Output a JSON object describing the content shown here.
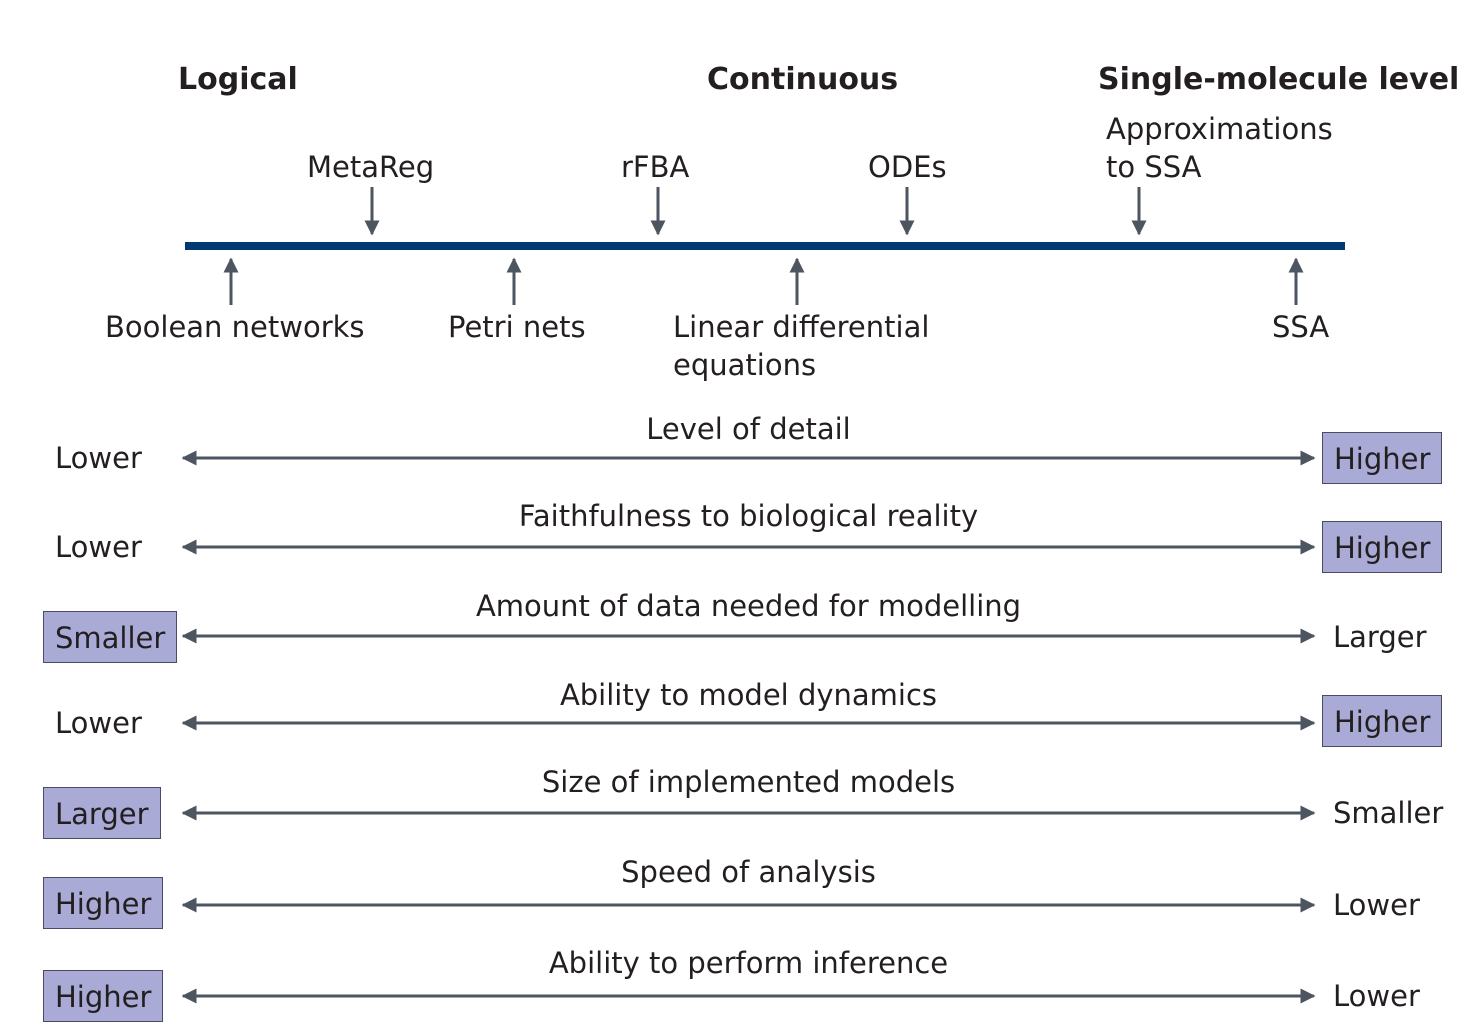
{
  "categories": [
    "Logical",
    "Continuous",
    "Single-molecule level"
  ],
  "methods_above": [
    "MetaReg",
    "rFBA",
    "ODEs",
    "Approximations to SSA"
  ],
  "methods_below": [
    "Boolean networks",
    "Petri nets",
    "Linear differential equations",
    "SSA"
  ],
  "comparisons": [
    {
      "title": "Level of detail",
      "left": "Lower",
      "right": "Higher",
      "highlight": "right"
    },
    {
      "title": "Faithfulness to biological reality",
      "left": "Lower",
      "right": "Higher",
      "highlight": "right"
    },
    {
      "title": "Amount of data needed for modelling",
      "left": "Smaller",
      "right": "Larger",
      "highlight": "left"
    },
    {
      "title": "Ability to model dynamics",
      "left": "Lower",
      "right": "Higher",
      "highlight": "right"
    },
    {
      "title": "Size of implemented models",
      "left": "Larger",
      "right": "Smaller",
      "highlight": "left"
    },
    {
      "title": "Speed of analysis",
      "left": "Higher",
      "right": "Lower",
      "highlight": "left"
    },
    {
      "title": "Ability to perform inference",
      "left": "Higher",
      "right": "Lower",
      "highlight": "left"
    }
  ],
  "colors": {
    "axis": "#003a70",
    "arrow": "#4d5560",
    "highlight_box": "#a9aad5",
    "text": "#231f20"
  }
}
